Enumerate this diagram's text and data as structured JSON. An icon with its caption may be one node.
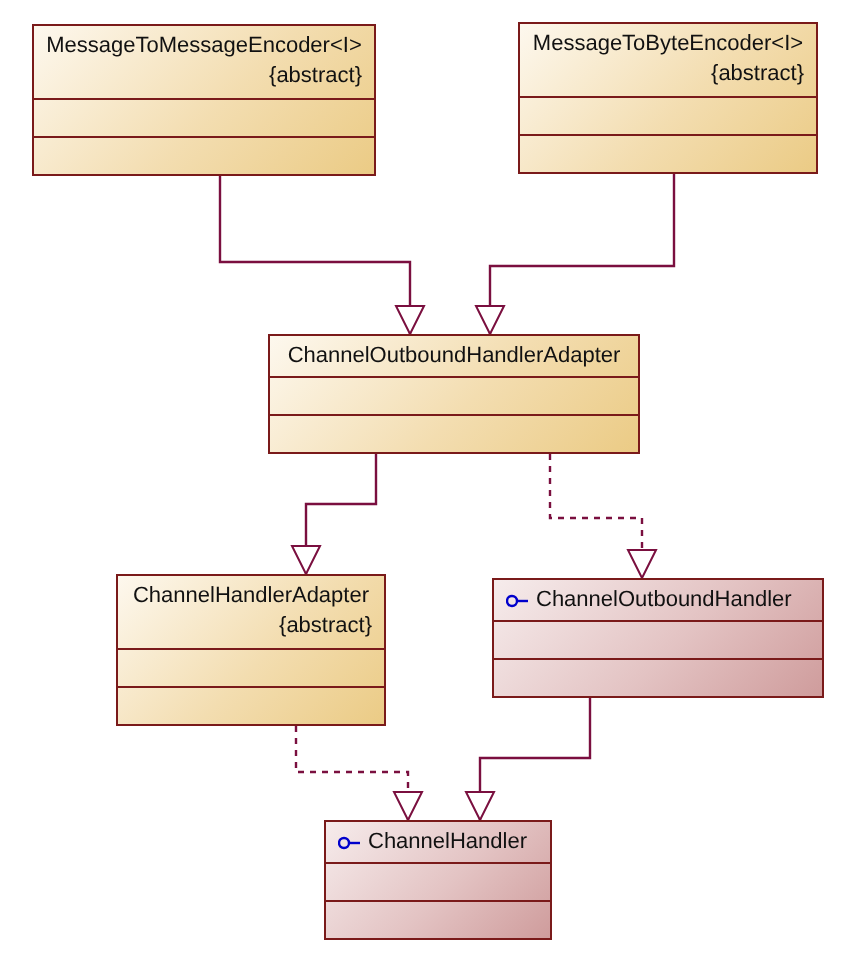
{
  "diagram": {
    "nodes": [
      {
        "text": [
          "MessageToMessageEncoder<I>",
          "{abstract}"
        ]
      },
      {
        "text": [
          "MessageToByteEncoder<I>",
          "{abstract}"
        ]
      },
      {
        "text": [
          "ChannelOutboundHandlerAdapter"
        ]
      },
      {
        "text": [
          "ChannelHandlerAdapter",
          "{abstract}"
        ]
      },
      {
        "text": [
          "ChannelOutboundHandler"
        ]
      },
      {
        "text": [
          "ChannelHandler"
        ]
      }
    ],
    "edges": [
      {
        "from": 0,
        "to": 2,
        "arrow": "to"
      },
      {
        "from": 1,
        "to": 2,
        "arrow": "to"
      },
      {
        "from": 2,
        "to": 3,
        "arrow": "to"
      },
      {
        "from": 2,
        "to": 4,
        "arrow": "to",
        "style": "dashed"
      },
      {
        "from": 3,
        "to": 5,
        "arrow": "to",
        "style": "dashed"
      },
      {
        "from": 4,
        "to": 5,
        "arrow": "to"
      }
    ]
  }
}
